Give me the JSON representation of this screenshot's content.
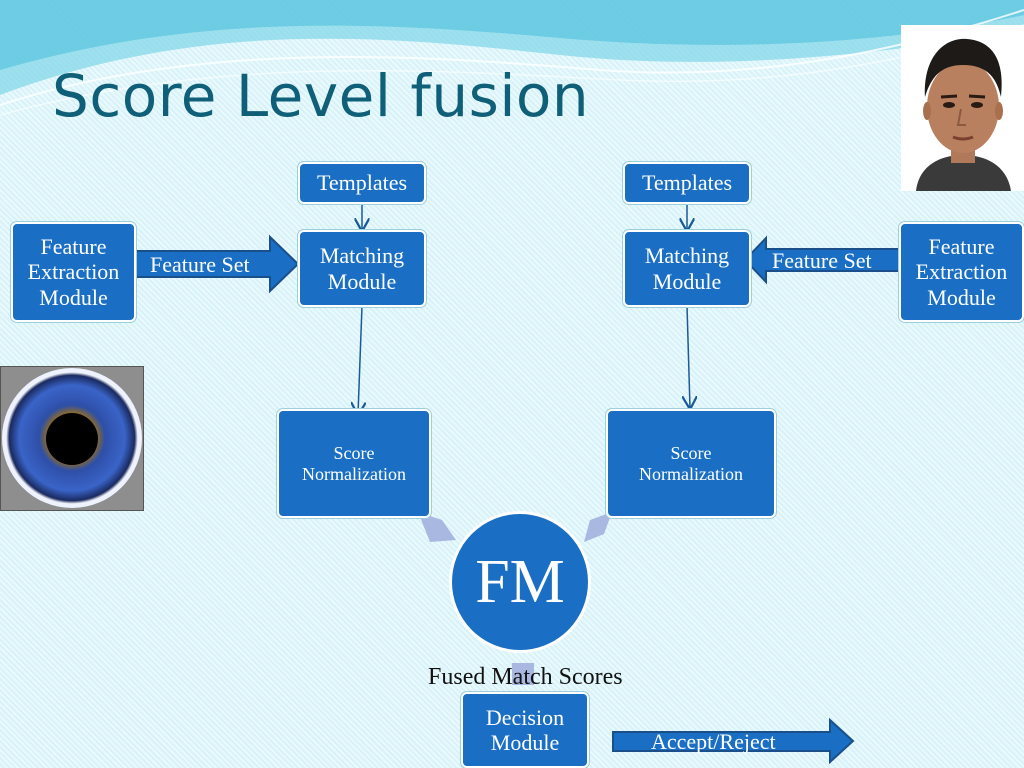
{
  "slide": {
    "title": "Score Level fusion"
  },
  "left_branch": {
    "feature_extraction": "Feature\nExtraction\nModule",
    "feature_set": "Feature Set",
    "templates": "Templates",
    "matching": "Matching\nModule",
    "score_norm": "Score\nNormalization"
  },
  "right_branch": {
    "feature_extraction": "Feature\nExtraction\nModule",
    "feature_set": "Feature Set",
    "templates": "Templates",
    "matching": "Matching\nModule",
    "score_norm": "Score\nNormalization"
  },
  "fusion": {
    "fm_label": "FM",
    "fused_scores": "Fused Match Scores",
    "decision": "Decision\nModule",
    "accept_reject": "Accept/Reject"
  },
  "colors": {
    "box_fill": "#1a6fc4",
    "title": "#0f5f78",
    "connector": "#1a5a9a",
    "block_arrow": "#a8b8e0"
  }
}
